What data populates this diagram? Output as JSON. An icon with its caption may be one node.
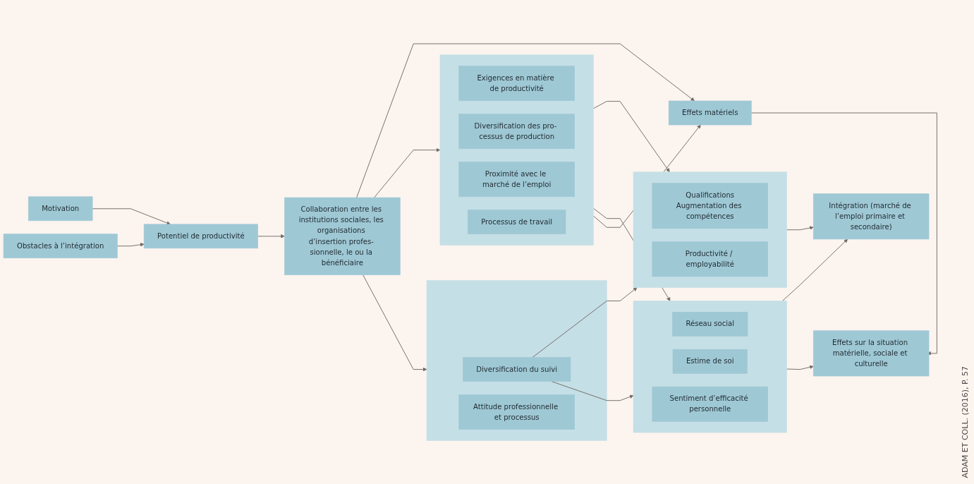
{
  "diagram": {
    "nodes": [
      {
        "text": [
          "Motivation"
        ]
      },
      {
        "text": [
          "Obstacles à l’intégration"
        ]
      },
      {
        "text": [
          "Potentiel de productivité"
        ]
      },
      {
        "text": [
          "Collaboration entre les institutions sociales, les organisations d’insertion profes- sionnelle, le ou la bénéficiaire"
        ]
      },
      {
        "text": [],
        "shape": "box"
      },
      {
        "text": [
          "Exigences en matière de productivité"
        ],
        "in": 4
      },
      {
        "text": [
          "Diversification des pro- cessus de production"
        ],
        "in": 4
      },
      {
        "text": [
          "Proximité avec le marché de l’emploi"
        ],
        "in": 4
      },
      {
        "text": [
          "Processus de travail"
        ],
        "in": 4
      },
      {
        "text": [],
        "shape": "box"
      },
      {
        "text": [
          "Diversification du suivi"
        ],
        "in": 9
      },
      {
        "text": [
          "Attitude professionnelle et processus"
        ],
        "in": 9
      },
      {
        "text": [],
        "shape": "box"
      },
      {
        "text": [
          "Qualifications",
          "Augmentation des compétences"
        ],
        "in": 12
      },
      {
        "text": [
          "Productivité / employabilité"
        ],
        "in": 12
      },
      {
        "text": [],
        "shape": "box"
      },
      {
        "text": [
          "Réseau social"
        ],
        "in": 15
      },
      {
        "text": [
          "Estime de soi"
        ],
        "in": 15
      },
      {
        "text": [
          "Sentiment d’efficacité personnelle"
        ],
        "in": 15
      },
      {
        "text": [
          "Effets matériels"
        ]
      },
      {
        "text": [
          "Intégration (marché de l’emploi primaire et secondaire)"
        ]
      },
      {
        "text": [
          "Effets sur la situation matérielle, sociale et culturelle"
        ]
      }
    ],
    "edges": [
      {
        "from": 0,
        "to": 2,
        "arrow": "to"
      },
      {
        "from": 1,
        "to": 2,
        "arrow": "to"
      },
      {
        "from": 2,
        "to": 3,
        "arrow": "to"
      },
      {
        "from": 3,
        "to": 4,
        "arrow": "to"
      },
      {
        "from": 3,
        "to": 9,
        "arrow": "to"
      },
      {
        "from": 3,
        "to": 19,
        "arrow": "to"
      },
      {
        "from": 4,
        "to": 12,
        "arrow": "to"
      },
      {
        "from": 4,
        "to": 15,
        "arrow": "to"
      },
      {
        "from": 4,
        "to": 19,
        "arrow": "to"
      },
      {
        "from": 10,
        "to": 12,
        "arrow": "to"
      },
      {
        "from": 10,
        "to": 15,
        "arrow": "to"
      },
      {
        "from": 12,
        "to": 20,
        "arrow": "to"
      },
      {
        "from": 15,
        "to": 20,
        "arrow": "to"
      },
      {
        "from": 15,
        "to": 21,
        "arrow": "to"
      },
      {
        "from": 19,
        "to": 21,
        "arrow": "to"
      }
    ],
    "labels": [
      "ADAM ET COLL. (2016), P. 57"
    ]
  }
}
